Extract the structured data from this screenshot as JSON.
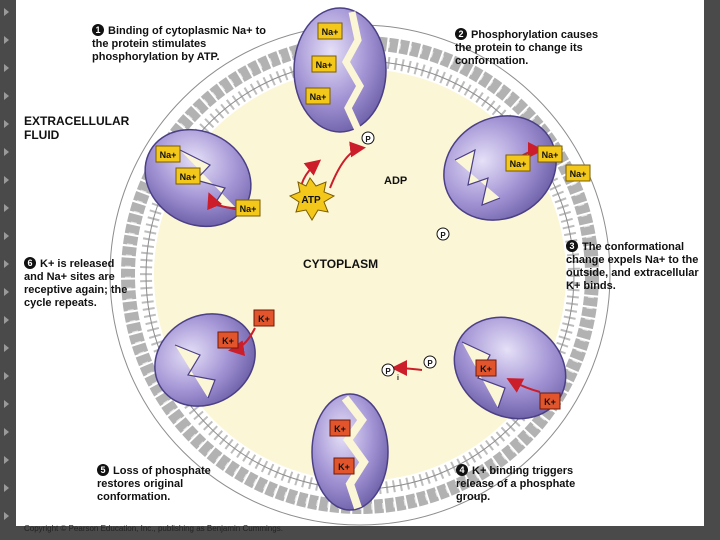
{
  "captions": {
    "step1": {
      "num": "1",
      "text": "Binding of cytoplasmic Na+ to the protein stimulates phosphorylation by ATP."
    },
    "step2": {
      "num": "2",
      "text": "Phosphorylation causes the protein to change its conformation."
    },
    "step3": {
      "num": "3",
      "text": "The conformational change expels Na+ to the outside, and extracellular K+ binds."
    },
    "step4": {
      "num": "4",
      "text": "K+ binding triggers release of a phosphate group."
    },
    "step5": {
      "num": "5",
      "text": "Loss of phosphate restores original conformation."
    },
    "step6": {
      "num": "6",
      "text": "K+ is released and Na+ sites are receptive again; the cycle repeats."
    }
  },
  "labels": {
    "extracellular": "EXTRACELLULAR FLUID",
    "cytoplasm": "CYTOPLASM",
    "atp": "ATP",
    "adp": "ADP",
    "phosphate": "P",
    "phosphate_inorganic": "P",
    "phosphate_sub": "i",
    "na": "Na+",
    "k": "K+"
  },
  "copyright": "Copyright © Pearson Education, Inc., publishing as Benjamin Cummings.",
  "colors": {
    "protein": "#9b8ccc",
    "protein_light": "#d8d0f0",
    "cytoplasm": "#fbf6d6",
    "membrane_head": "#c8c8c8",
    "ion_box": "#f3c81a",
    "k_box": "#e2542b",
    "arrow": "#cc1d2a"
  }
}
